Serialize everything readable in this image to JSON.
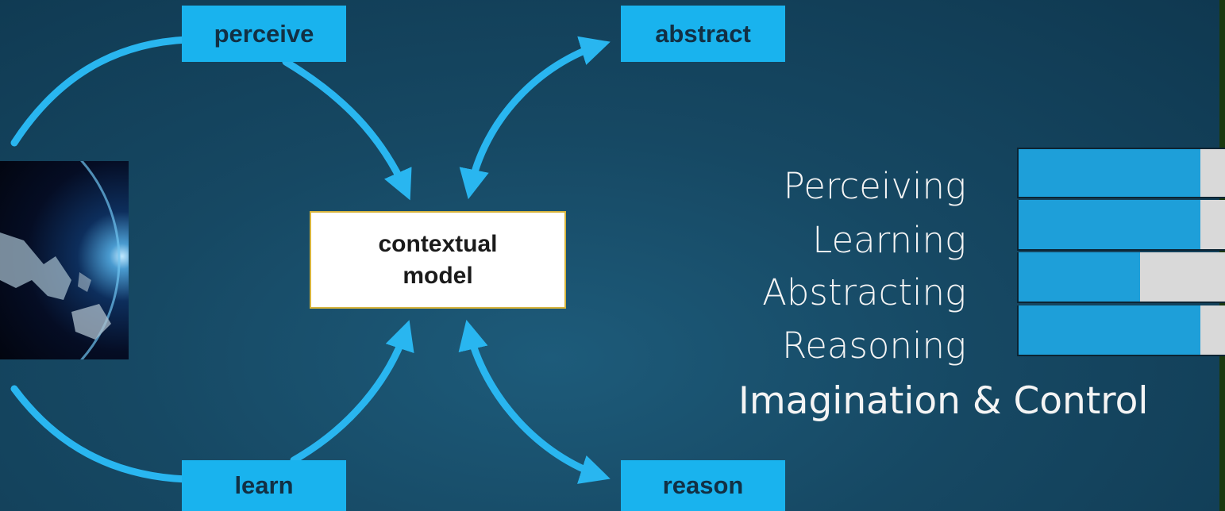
{
  "diagram": {
    "labels": {
      "perceive": "perceive",
      "abstract": "abstract",
      "learn": "learn",
      "reason": "reason"
    },
    "context_model": {
      "line1": "contextual",
      "line2": "model"
    },
    "arrow_color": "#29b6f0",
    "box_color": "#19b3ee"
  },
  "abilities": [
    {
      "label": "Perceiving",
      "level": 0.88
    },
    {
      "label": "Learning",
      "level": 0.88
    },
    {
      "label": "Abstracting",
      "level": 0.59
    },
    {
      "label": "Reasoning",
      "level": 0.88
    }
  ],
  "footer": {
    "imagination": "Imagination & Control"
  }
}
